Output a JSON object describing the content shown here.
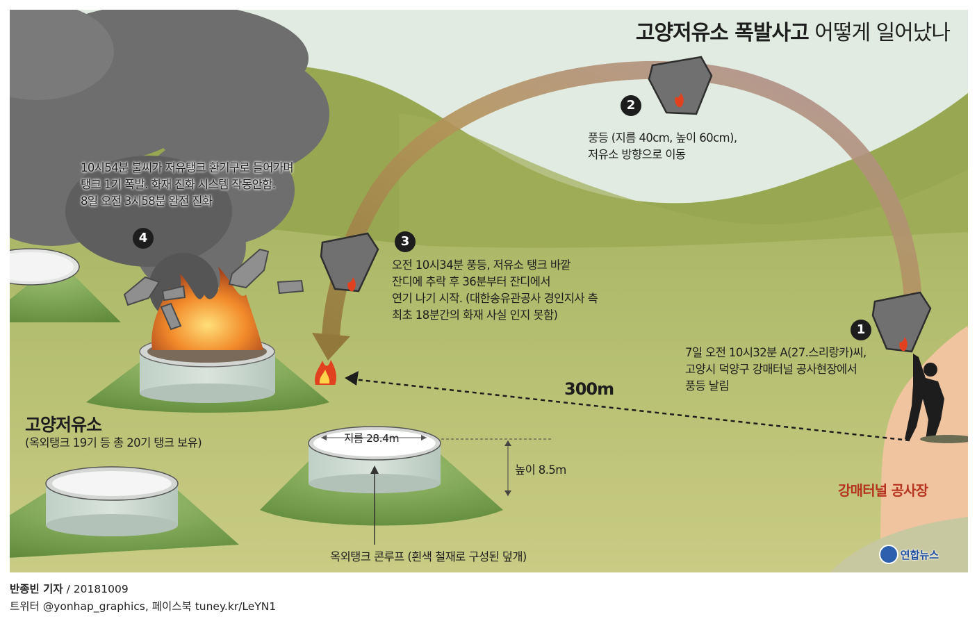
{
  "title": {
    "bold": "고양저유소 폭발사고",
    "rest": "어떻게 일어났나"
  },
  "steps": [
    {
      "num": "1",
      "lines": [
        "7일 오전 10시32분 A(27.스리랑카)씨,",
        "고양시 덕양구 강매터널 공사현장에서",
        "풍등 날림"
      ]
    },
    {
      "num": "2",
      "lines": [
        "풍등 (지름 40cm,  높이 60cm),",
        "저유소 방향으로 이동"
      ]
    },
    {
      "num": "3",
      "lines": [
        "오전 10시34분 풍등, 저유소 탱크 바깥",
        "잔디에 추락 후 36분부터 잔디에서",
        "연기 나기 시작. (대한송유관공사 경인지사 측",
        "최초 18분간의 화재 사실 인지 못함)"
      ]
    },
    {
      "num": "4",
      "lines": [
        "10시54분 불씨가 저유탱크 환기구로 들어가며",
        "탱크 1기 폭발.  화재 진화 시스템 작동안함.",
        "8일 오전 3시58분 완전 진화"
      ]
    }
  ],
  "distance": "300m",
  "depot": {
    "name": "고양저유소",
    "desc": "(옥외탱크 19기 등 총 20기 탱크 보유)"
  },
  "tank": {
    "diameter": "지름 28.4m",
    "height": "높이 8.5m",
    "roof": "옥외탱크 콘루프 (흰색 철재로 구성된 덮개)"
  },
  "site_label": "강매터널 공사장",
  "logo": "연합뉴스",
  "credit": {
    "reporter": "반종빈  기자",
    "date": "/ 20181009",
    "social": "트위터 @yonhap_graphics, 페이스북 tuney.kr/LeYN1"
  },
  "colors": {
    "sky": "#e1ebe1",
    "hill": "#98a751",
    "field": "#a8b25f",
    "site": "#f1c4a0",
    "site_text": "#b5331f",
    "arc": "#a08549"
  },
  "icons": [
    "sky-lantern-icon",
    "flame-icon",
    "person-icon",
    "smoke-cloud-icon"
  ]
}
